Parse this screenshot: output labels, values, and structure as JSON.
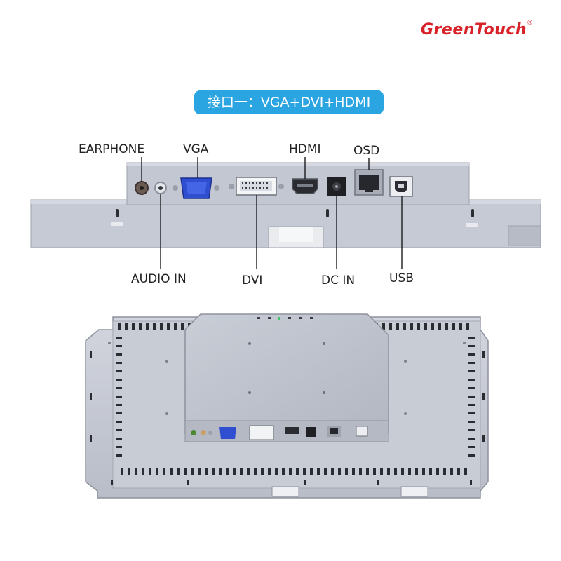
{
  "brand": {
    "name": "GreenTouch",
    "mark": "®"
  },
  "interface_title": "接口一：VGA+DVI+HDMI",
  "labels_top": {
    "earphone": "EARPHONE",
    "vga": "VGA",
    "hdmi": "HDMI",
    "osd": "OSD"
  },
  "labels_bottom": {
    "audio_in": "AUDIO IN",
    "dvi": "DVI",
    "dc_in": "DC IN",
    "usb": "USB"
  },
  "colors": {
    "brand_red": "#d8232a",
    "pill_blue": "#2ba4e2",
    "chassis": "#c8ccd6",
    "vga_blue": "#2f4fd0"
  }
}
